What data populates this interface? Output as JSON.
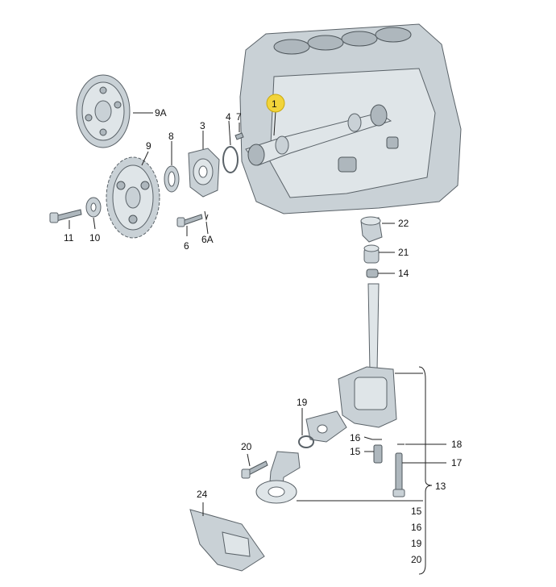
{
  "labels": {
    "p1": "1",
    "p3": "3",
    "p4": "4",
    "p6": "6",
    "p6a": "6A",
    "p7": "7",
    "p8": "8",
    "p9": "9",
    "p9a": "9A",
    "p10": "10",
    "p11": "11",
    "p13": "13",
    "p14": "14",
    "p15a": "15",
    "p16a": "16",
    "p17": "17",
    "p18": "18",
    "p19a": "19",
    "p20a": "20",
    "p21": "21",
    "p22": "22",
    "p24": "24",
    "list": [
      "15",
      "16",
      "19",
      "20"
    ]
  },
  "highlight_color": "#f2d43a"
}
